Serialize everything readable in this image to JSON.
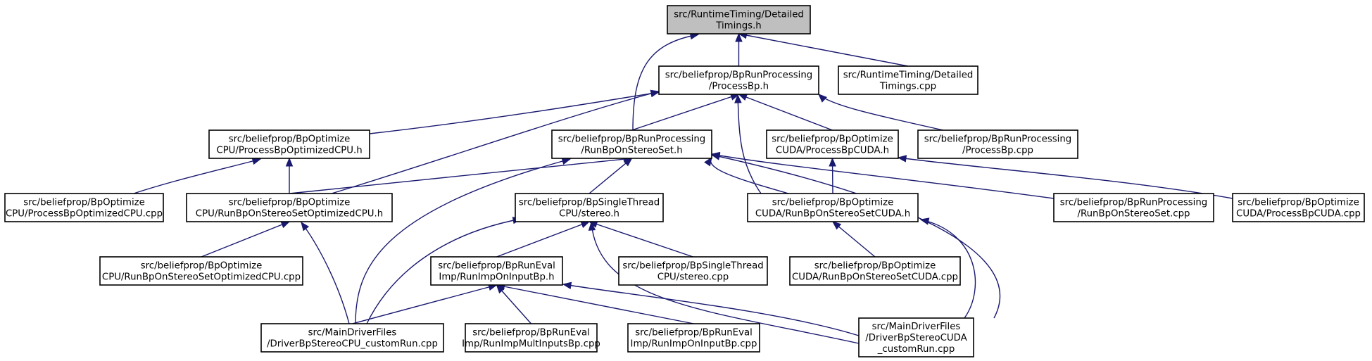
{
  "colors": {
    "edge": "#191970",
    "root_fill": "#bfbfbf",
    "node_fill": "#ffffff",
    "border": "#000000"
  },
  "nodes": [
    {
      "id": "n0",
      "lines": [
        "src/RuntimeTiming/Detailed",
        "Timings.h"
      ],
      "root": true
    },
    {
      "id": "n1",
      "lines": [
        "src/beliefprop/BpRunProcessing",
        "/ProcessBp.h"
      ]
    },
    {
      "id": "n2",
      "lines": [
        "src/RuntimeTiming/Detailed",
        "Timings.cpp"
      ]
    },
    {
      "id": "n3",
      "lines": [
        "src/beliefprop/BpOptimize",
        "CPU/ProcessBpOptimizedCPU.h"
      ]
    },
    {
      "id": "n4",
      "lines": [
        "src/beliefprop/BpRunProcessing",
        "/RunBpOnStereoSet.h"
      ]
    },
    {
      "id": "n5",
      "lines": [
        "src/beliefprop/BpOptimize",
        "CUDA/ProcessBpCUDA.h"
      ]
    },
    {
      "id": "n6",
      "lines": [
        "src/beliefprop/BpRunProcessing",
        "/ProcessBp.cpp"
      ]
    },
    {
      "id": "n7",
      "lines": [
        "src/beliefprop/BpOptimize",
        "CPU/ProcessBpOptimizedCPU.cpp"
      ]
    },
    {
      "id": "n8",
      "lines": [
        "src/beliefprop/BpOptimize",
        "CPU/RunBpOnStereoSetOptimizedCPU.h"
      ]
    },
    {
      "id": "n9",
      "lines": [
        "src/beliefprop/BpSingleThread",
        "CPU/stereo.h"
      ]
    },
    {
      "id": "n10",
      "lines": [
        "src/beliefprop/BpOptimize",
        "CUDA/RunBpOnStereoSetCUDA.h"
      ]
    },
    {
      "id": "n11",
      "lines": [
        "src/beliefprop/BpRunProcessing",
        "/RunBpOnStereoSet.cpp"
      ]
    },
    {
      "id": "n12",
      "lines": [
        "src/beliefprop/BpOptimize",
        "CUDA/ProcessBpCUDA.cpp"
      ]
    },
    {
      "id": "n13",
      "lines": [
        "src/beliefprop/BpOptimize",
        "CPU/RunBpOnStereoSetOptimizedCPU.cpp"
      ]
    },
    {
      "id": "n14",
      "lines": [
        "src/beliefprop/BpRunEval",
        "Imp/RunImpOnInputBp.h"
      ]
    },
    {
      "id": "n15",
      "lines": [
        "src/beliefprop/BpSingleThread",
        "CPU/stereo.cpp"
      ]
    },
    {
      "id": "n16",
      "lines": [
        "src/beliefprop/BpOptimize",
        "CUDA/RunBpOnStereoSetCUDA.cpp"
      ]
    },
    {
      "id": "n17",
      "lines": [
        "src/MainDriverFiles",
        "/DriverBpStereoCPU_customRun.cpp"
      ]
    },
    {
      "id": "n18",
      "lines": [
        "src/beliefprop/BpRunEval",
        "Imp/RunImpMultInputsBp.cpp"
      ]
    },
    {
      "id": "n19",
      "lines": [
        "src/beliefprop/BpRunEval",
        "Imp/RunImpOnInputBp.cpp"
      ]
    },
    {
      "id": "n20",
      "lines": [
        "src/MainDriverFiles",
        "/DriverBpStereoCUDA",
        "_customRun.cpp"
      ]
    }
  ],
  "edges": [
    {
      "from": "n1",
      "to": "n0"
    },
    {
      "from": "n2",
      "to": "n0"
    },
    {
      "from": "n4",
      "to": "n0"
    },
    {
      "from": "n3",
      "to": "n1"
    },
    {
      "from": "n4",
      "to": "n1"
    },
    {
      "from": "n5",
      "to": "n1"
    },
    {
      "from": "n6",
      "to": "n1"
    },
    {
      "from": "n8",
      "to": "n1"
    },
    {
      "from": "n10",
      "to": "n1"
    },
    {
      "from": "n7",
      "to": "n3"
    },
    {
      "from": "n8",
      "to": "n3"
    },
    {
      "from": "n8",
      "to": "n4"
    },
    {
      "from": "n9",
      "to": "n4"
    },
    {
      "from": "n10",
      "to": "n4"
    },
    {
      "from": "n11",
      "to": "n4"
    },
    {
      "from": "n17",
      "to": "n4"
    },
    {
      "from": "n20",
      "to": "n4"
    },
    {
      "from": "n10",
      "to": "n5"
    },
    {
      "from": "n12",
      "to": "n5"
    },
    {
      "from": "n13",
      "to": "n8"
    },
    {
      "from": "n17",
      "to": "n8"
    },
    {
      "from": "n14",
      "to": "n9"
    },
    {
      "from": "n15",
      "to": "n9"
    },
    {
      "from": "n17",
      "to": "n9"
    },
    {
      "from": "n20",
      "to": "n9"
    },
    {
      "from": "n16",
      "to": "n10"
    },
    {
      "from": "n20",
      "to": "n10"
    },
    {
      "from": "n17",
      "to": "n14"
    },
    {
      "from": "n18",
      "to": "n14"
    },
    {
      "from": "n19",
      "to": "n14"
    },
    {
      "from": "n20",
      "to": "n14"
    }
  ]
}
